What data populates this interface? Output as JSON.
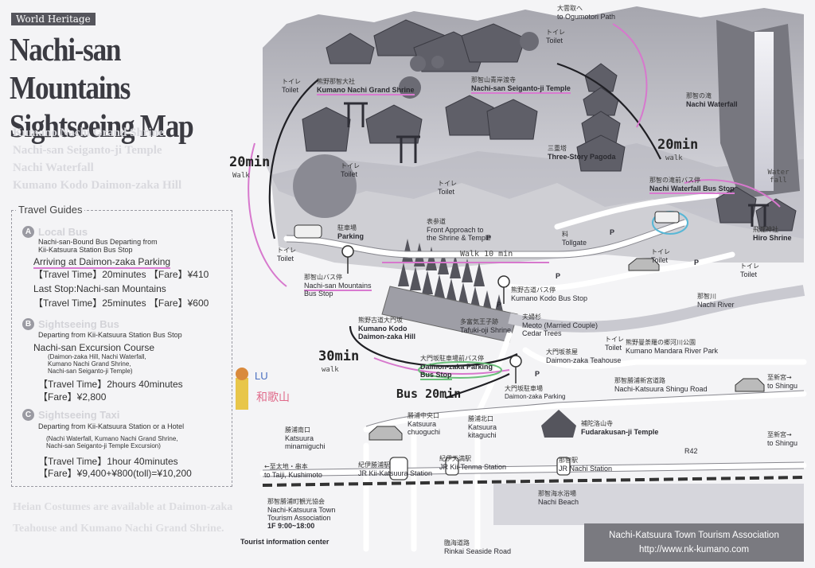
{
  "header": {
    "badge": "World Heritage",
    "title": "Nachi-san Mountains Sightseeing Map",
    "spots": [
      "Kumano Nachi Grand Shrine",
      "Nachi-san Seiganto-ji Temple",
      "Nachi Waterfall",
      "Kumano Kodo Daimon-zaka Hill"
    ]
  },
  "guide": {
    "heading": "Travel Guides",
    "a": {
      "letter": "A",
      "name": "Local Bus",
      "desc": [
        "Nachi-san-Bound Bus Departing from",
        "Kii-Katsuura Station Bus Stop"
      ],
      "arrive": "Arriving at Daimon-zaka Parking",
      "time1": "【Travel Time】20minutes 【Fare】¥410",
      "last": "Last Stop:Nachi-san Mountains",
      "time2": "【Travel Time】25minutes 【Fare】¥600"
    },
    "b": {
      "letter": "B",
      "name": "Sightseeing Bus",
      "desc": "Departing from Kii-Katsuura Station Bus Stop",
      "course": "Nachi-san Excursion Course",
      "details": [
        "(Daimon-zaka Hill, Nachi Waterfall,",
        "Kumano Nachi Grand Shrine,",
        "Nachi-san Seiganto-ji Temple)"
      ],
      "time": "【Travel Time】2hours 40minutes",
      "fare": "【Fare】¥2,800"
    },
    "c": {
      "letter": "C",
      "name": "Sightseeing Taxi",
      "desc": "Departing from Kii-Katsuura Station or a Hotel",
      "details": [
        "(Nachi Waterfall, Kumano Nachi Grand Shrine,",
        "Nachi-san Seiganto-ji Temple Excursion)"
      ],
      "time": "【Travel Time】1hour 40minutes",
      "fare": "【Fare】¥9,400+¥800(toll)=¥10,200"
    }
  },
  "heian": "Heian Costumes are available at Daimon-zaka Teahouse and Kumano Nachi Grand Shrine.",
  "labels": {
    "ogumotori": [
      "大雲取へ",
      "to Ogumotori Path"
    ],
    "toilet": "Toilet",
    "toilet_jp": "トイレ",
    "grand_shrine": [
      "熊野那智大社",
      "Kumano Nachi Grand Shrine"
    ],
    "seiganto": [
      "那智山青岸渡寺",
      "Nachi-san Seiganto-ji Temple"
    ],
    "waterfall": [
      "那智の滝",
      "Nachi Waterfall"
    ],
    "pagoda": [
      "三重塔",
      "Three-Story Pagoda"
    ],
    "waterfall_bus": [
      "那智の滝前バス停",
      "Nachi Waterfall Bus Stop"
    ],
    "hiro": [
      "飛瀧神社",
      "Hiro Shrine"
    ],
    "parking": [
      "駐車場",
      "Parking"
    ],
    "approach": [
      "表参道",
      "Front Approach to",
      "the Shrine & Temple"
    ],
    "tollgate": [
      "料",
      "Tollgate"
    ],
    "mountain_bus": [
      "那智山バス停",
      "Nachi-san Mountains",
      "Bus Stop"
    ],
    "kodo_bus": [
      "熊野古道バス停",
      "Kumano Kodo Bus Stop"
    ],
    "river": [
      "那智川",
      "Nachi River"
    ],
    "daimon": [
      "熊野古道大門坂",
      "Kumano Kodo",
      "Daimon-zaka Hill"
    ],
    "tafuku": [
      "多富気王子跡",
      "Tafuki-oji Shrine"
    ],
    "meoto": [
      "夫婦杉",
      "Meoto (Married Couple)",
      "Cedar Trees"
    ],
    "mandara": [
      "熊野曼荼羅の郷河川公園",
      "Kumano Mandara River Park"
    ],
    "teahouse": [
      "大門坂茶屋",
      "Daimon-zaka Teahouse"
    ],
    "daimon_parking_bus": [
      "大門坂駐車場前バス停",
      "Daimon-zaka Parking",
      "Bus Stop"
    ],
    "daimon_parking": [
      "大門坂駐車場",
      "Daimon-zaka Parking"
    ],
    "shingu_road": [
      "那智勝浦新宮道路",
      "Nachi-Katsuura Shingu Road"
    ],
    "to_shingu": [
      "至新宮→",
      "to Shingu"
    ],
    "fudaraku": [
      "補陀洛山寺",
      "Fudarakusan-ji Temple"
    ],
    "minamiguchi": [
      "勝浦南口",
      "Katsuura",
      "minamiguchi"
    ],
    "chuoguchi": [
      "勝浦中央口",
      "Katsuura",
      "chuoguchi"
    ],
    "kitaguchi": [
      "勝浦北口",
      "Katsuura",
      "kitaguchi"
    ],
    "taiji": [
      "←至太地・串本",
      "to Taiji, Kushimoto"
    ],
    "kii_katsuura": [
      "紀伊勝浦駅",
      "JR Kii-Katsuura Station"
    ],
    "tenma": [
      "紀伊天満駅",
      "JR Kii-Tenma Station"
    ],
    "nachi_st": [
      "那智駅",
      "JR Nachi Station"
    ],
    "nachi_beach": [
      "那智海水浴場",
      "Nachi Beach"
    ],
    "r42": "R42",
    "tic": [
      "那智勝浦町観光協会",
      "Nachi-Katsuura Town",
      "Tourism Association",
      "1F 9:00~18:00"
    ],
    "tic_center": "Tourist information center",
    "rinkai": [
      "臨海道路",
      "Rinkai Seaside Road"
    ],
    "lu": "LU",
    "wakayama": "和歌山",
    "p": "P"
  },
  "handwritten": {
    "min20_left": "20min",
    "walk_left": "Walk",
    "min20_right": "20min",
    "walk_right": "walk",
    "walk10": "Walk 10 min",
    "min30": "30min",
    "walk_30": "walk",
    "bus20": "Bus 20min",
    "water_fall": "Water fall"
  },
  "footer": {
    "org": "Nachi-Katsuura Town Tourism Association",
    "url": "http://www.nk-kumano.com"
  }
}
